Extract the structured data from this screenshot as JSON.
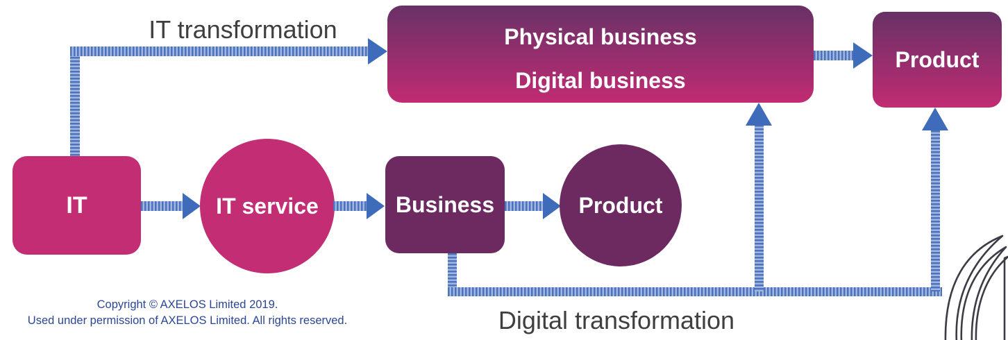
{
  "diagram": {
    "labels": {
      "it_transformation": "IT transformation",
      "digital_transformation": "Digital transformation"
    },
    "nodes": {
      "it_box": {
        "label": "IT"
      },
      "it_service_circle": {
        "label": "IT service"
      },
      "business_box": {
        "label": "Business"
      },
      "product_circle": {
        "label": "Product"
      },
      "physical_digital_box": {
        "line1": "Physical business",
        "line2": "Digital business"
      },
      "product_box": {
        "label": "Product"
      }
    },
    "colors": {
      "magenta": "#c22d74",
      "dark_purple": "#6c2a60",
      "gradient_top": "#683166",
      "gradient_bottom": "#c12b73",
      "arrow_blue": "#3f6cba",
      "stripe_dark": "#4a72bd",
      "stripe_light": "#a3b6e0",
      "label_gray": "#3f3f3f",
      "copyright_blue": "#2b4694",
      "logo_stroke": "#3c3c46"
    }
  },
  "footer": {
    "copyright_line1": "Copyright © AXELOS Limited 2019.",
    "copyright_line2": "Used under permission of AXELOS Limited. All rights reserved."
  },
  "logo": {
    "name": "axelos-swirl-logo"
  }
}
